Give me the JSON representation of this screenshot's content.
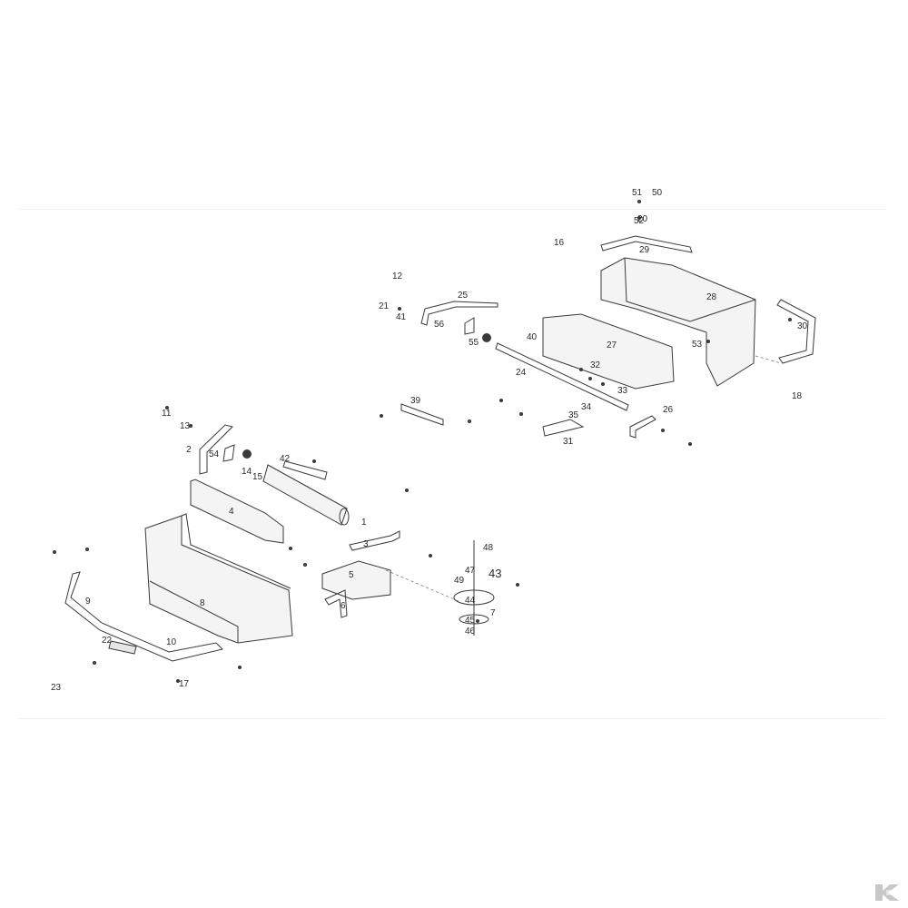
{
  "diagram": {
    "part_labels": [
      "1",
      "2",
      "3",
      "4",
      "5",
      "6",
      "7",
      "8",
      "9",
      "10",
      "11",
      "12",
      "13",
      "14",
      "15",
      "16",
      "17",
      "18",
      "20",
      "21",
      "22",
      "23",
      "24",
      "25",
      "26",
      "27",
      "28",
      "29",
      "30",
      "31",
      "32",
      "33",
      "34",
      "35",
      "39",
      "40",
      "41",
      "42",
      "43",
      "44",
      "45",
      "46",
      "47",
      "48",
      "49",
      "50",
      "51",
      "52",
      "53",
      "54",
      "55",
      "56"
    ]
  },
  "brand": {
    "icon": "brand-k-icon",
    "color": "#c8c8c8"
  },
  "colors": {
    "line": "#3a3a3a",
    "text": "#2a2a2a",
    "background": "#ffffff"
  }
}
